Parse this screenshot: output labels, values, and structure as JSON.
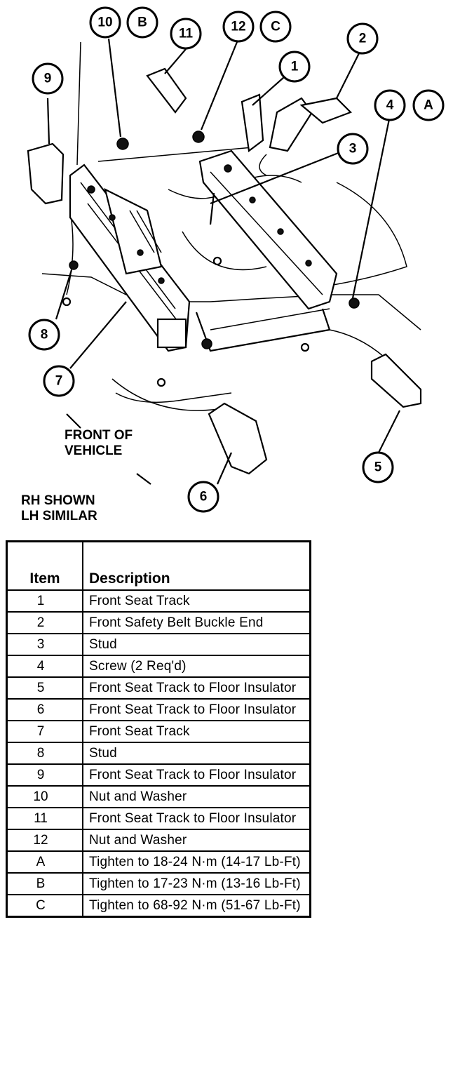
{
  "figure": {
    "callouts": {
      "c1": "1",
      "c2": "2",
      "c3": "3",
      "c4": "4",
      "c5": "5",
      "c6": "6",
      "c7": "7",
      "c8": "8",
      "c9": "9",
      "c10": "10",
      "c11": "11",
      "c12": "12",
      "cA": "A",
      "cB": "B",
      "cC": "C"
    },
    "front_note_line1": "FRONT OF",
    "front_note_line2": "VEHICLE",
    "rh_note_line1": "RH SHOWN",
    "rh_note_line2": "LH SIMILAR"
  },
  "table": {
    "headers": {
      "item": "Item",
      "description": "Description"
    },
    "rows": [
      {
        "item": "1",
        "description": "Front Seat Track"
      },
      {
        "item": "2",
        "description": "Front Safety Belt Buckle End"
      },
      {
        "item": "3",
        "description": "Stud"
      },
      {
        "item": "4",
        "description": "Screw (2 Req'd)"
      },
      {
        "item": "5",
        "description": "Front Seat Track to Floor Insulator"
      },
      {
        "item": "6",
        "description": "Front Seat Track to Floor Insulator"
      },
      {
        "item": "7",
        "description": "Front Seat Track"
      },
      {
        "item": "8",
        "description": "Stud"
      },
      {
        "item": "9",
        "description": "Front Seat Track to Floor Insulator"
      },
      {
        "item": "10",
        "description": "Nut and Washer"
      },
      {
        "item": "11",
        "description": "Front Seat Track to Floor Insulator"
      },
      {
        "item": "12",
        "description": "Nut and Washer"
      },
      {
        "item": "A",
        "description": "Tighten to 18-24 N·m (14-17 Lb-Ft)"
      },
      {
        "item": "B",
        "description": "Tighten to 17-23 N·m (13-16 Lb-Ft)"
      },
      {
        "item": "C",
        "description": "Tighten to 68-92 N·m (51-67 Lb-Ft)"
      }
    ]
  }
}
